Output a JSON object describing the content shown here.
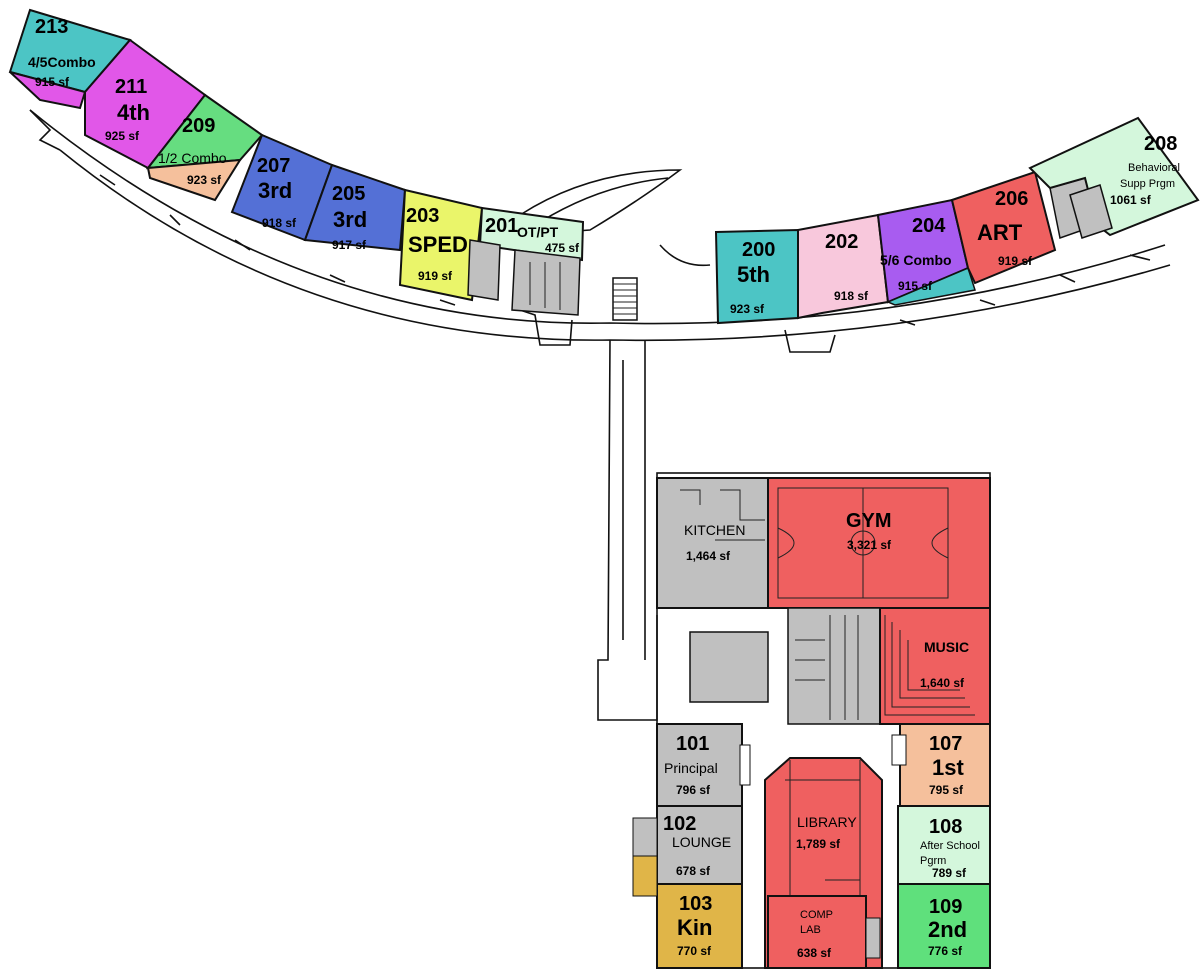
{
  "colors": {
    "teal": "#4cc5c5",
    "magenta": "#e157e8",
    "green": "#66dd80",
    "peach": "#f5c09c",
    "blue": "#5470d6",
    "yellow": "#eaf56a",
    "mint": "#d4f7dc",
    "pink": "#f8c8dc",
    "purple": "#a85cf0",
    "red": "#ef6060",
    "gray": "#c0c0c0",
    "gold": "#e0b548",
    "bright_green": "#5fe07c"
  },
  "rooms": {
    "r213": {
      "num": "213",
      "label": "4/5Combo",
      "sf": "915 sf"
    },
    "r211": {
      "num": "211",
      "label": "4th",
      "sf": "925 sf"
    },
    "r209": {
      "num": "209",
      "label": "1/2 Combo",
      "sf": "923 sf"
    },
    "r207": {
      "num": "207",
      "label": "3rd",
      "sf": "918 sf"
    },
    "r205": {
      "num": "205",
      "label": "3rd",
      "sf": "917 sf"
    },
    "r203": {
      "num": "203",
      "label": "SPED",
      "sf": "919 sf"
    },
    "r201": {
      "num": "201",
      "label": "OT/PT",
      "sf": "475 sf"
    },
    "r200": {
      "num": "200",
      "label": "5th",
      "sf": "923 sf"
    },
    "r202": {
      "num": "202",
      "sf": "918 sf"
    },
    "r204": {
      "num": "204",
      "label": "5/6 Combo",
      "sf": "915 sf"
    },
    "r206": {
      "num": "206",
      "label": "ART",
      "sf": "919 sf"
    },
    "r208": {
      "num": "208",
      "label1": "Behavioral",
      "label2": "Supp Prgm",
      "sf": "1061 sf"
    },
    "kitchen": {
      "label": "KITCHEN",
      "sf": "1,464 sf"
    },
    "gym": {
      "label": "GYM",
      "sf": "3,321 sf"
    },
    "music": {
      "label": "MUSIC",
      "sf": "1,640 sf"
    },
    "r101": {
      "num": "101",
      "label": "Principal",
      "sf": "796 sf"
    },
    "r102": {
      "num": "102",
      "label": "LOUNGE",
      "sf": "678 sf"
    },
    "r103": {
      "num": "103",
      "label": "Kin",
      "sf": "770 sf"
    },
    "library": {
      "label": "LIBRARY",
      "sf": "1,789 sf"
    },
    "complab": {
      "label1": "COMP",
      "label2": "LAB",
      "sf": "638 sf"
    },
    "r107": {
      "num": "107",
      "label": "1st",
      "sf": "795 sf"
    },
    "r108": {
      "num": "108",
      "label1": "After School",
      "label2": "Pgrm",
      "sf": "789 sf"
    },
    "r109": {
      "num": "109",
      "label": "2nd",
      "sf": "776 sf"
    }
  }
}
